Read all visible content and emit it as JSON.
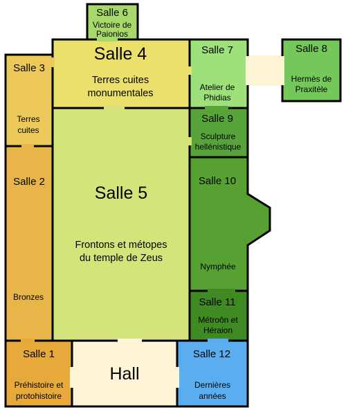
{
  "rooms": {
    "salle1": {
      "name": "Salle 1",
      "line1": "Préhistoire et",
      "line2": "protohistoire"
    },
    "salle2": {
      "name": "Salle 2",
      "line1": "Bronzes"
    },
    "salle3": {
      "name": "Salle 3",
      "line1": "Terres",
      "line2": "cuites"
    },
    "salle4": {
      "name": "Salle 4",
      "line1": "Terres cuites",
      "line2": "monumentales"
    },
    "salle5": {
      "name": "Salle 5",
      "line1": "Frontons et métopes",
      "line2": "du temple de Zeus"
    },
    "salle6": {
      "name": "Salle 6",
      "line1": "Victoire de",
      "line2": "Paionios"
    },
    "salle7": {
      "name": "Salle 7",
      "line1": "Atelier de",
      "line2": "Phidias"
    },
    "salle8": {
      "name": "Salle 8",
      "line1": "Hermès de",
      "line2": "Praxitèle"
    },
    "salle9": {
      "name": "Salle 9",
      "line1": "Sculpture",
      "line2": "hellénistique"
    },
    "salle10": {
      "name": "Salle 10",
      "line1": "Nymphée"
    },
    "salle11": {
      "name": "Salle 11",
      "line1": "Métroôn et",
      "line2": "Héraion"
    },
    "salle12": {
      "name": "Salle 12",
      "line1": "Dernières",
      "line2": "années"
    },
    "hall": {
      "name": "Hall"
    }
  },
  "colors": {
    "salle1": "#e6a93a",
    "salle2": "#e8b548",
    "salle3": "#edc95a",
    "salle4": "#ebe06a",
    "salle5": "#d4e37a",
    "salle6": "#a7d96a",
    "salle7": "#9ee07a",
    "salle8": "#74c85a",
    "salle9": "#58a43a",
    "salle10": "#57a132",
    "salle11": "#3f8a22",
    "salle12": "#5aaef0",
    "hall": "#fdf4d6",
    "corridor": "#fdf4d6"
  }
}
